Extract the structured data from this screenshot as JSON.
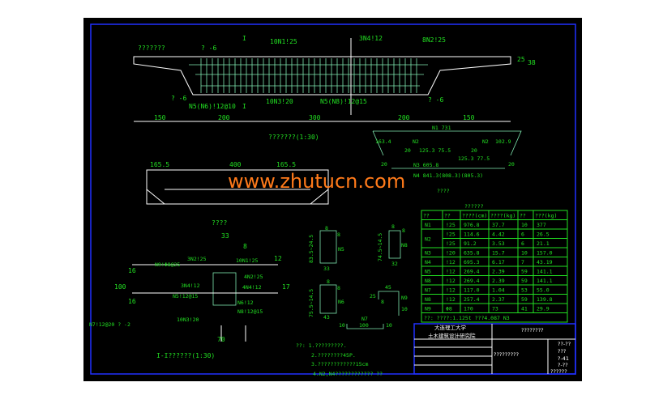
{
  "watermark": "www.zhutucn.com",
  "elevation": {
    "title": "???????(1:30)",
    "labels": {
      "left_text": "???????",
      "n1": "10N1!25",
      "n4": "3N4!12",
      "n2": "8N2!25",
      "l6a": "? -6",
      "l6b": "? -6",
      "l6c": "? -6",
      "n5n6": "N5(N6)!12@10",
      "n3": "10N3!20",
      "n5n8": "N5(N8)!12@15",
      "cut": "I",
      "d25": "25",
      "d38": "38"
    },
    "dims": [
      "150",
      "200",
      "300",
      "200",
      "150"
    ]
  },
  "bent_bar": {
    "n1": "N1 731",
    "n2a": "N2",
    "n2b": "N2",
    "a1": "163.4",
    "a2": "102.9",
    "d1": "125.3 75.5",
    "d2": "125.3 77.5",
    "n3": "N3 605.8",
    "n4": "N4 841.3(808.3)(805.3)",
    "e20a": "20",
    "e20b": "20",
    "e20c": "20",
    "e20d": "20",
    "e20e": "20",
    "e20f": "20",
    "title": "????"
  },
  "plan": {
    "dims": [
      "165.5",
      "400",
      "165.5"
    ]
  },
  "section": {
    "title": "I-I??????(1:30)",
    "top_title": "????",
    "d33": "33",
    "d8": "8",
    "d12": "12",
    "d16a": "16",
    "d16b": "16",
    "d17": "17",
    "d100": "100",
    "d70": "70",
    "labels": [
      "N9!Φ8@25",
      "3N2!25",
      "10N1!25",
      "4N2!25",
      "3N4!12",
      "4N4!12",
      "N5!12@15",
      "N6!12",
      "N8!12@15",
      "10N3!20",
      "N7!12@20 ? -2"
    ]
  },
  "bars": {
    "n5": {
      "name": "N5",
      "top": "8",
      "side": "8",
      "h": "83.5~24.5",
      "w": "33"
    },
    "n8": {
      "name": "N8",
      "top": "8",
      "side": "8",
      "h": "74.5~14.5",
      "w": "32"
    },
    "n6": {
      "name": "N6",
      "top": "8",
      "side": "8",
      "h": "75.5~14.5",
      "w": "43"
    },
    "n9": {
      "name": "N9",
      "top": "45",
      "a": "25",
      "b": "8",
      "c": "10"
    },
    "n7": {
      "name": "N7",
      "l": "10",
      "m": "100",
      "r": "10"
    }
  },
  "notes": [
    "??: 1.?????????.",
    "2.????????45P.",
    "3.????????????15cm",
    "4.N2,N4????????????    ??"
  ],
  "table": {
    "title": "??????",
    "headers": [
      "??",
      "??",
      "????(cm)",
      "????(kg)",
      "??",
      "???(kg)"
    ],
    "rows": [
      [
        "N1",
        "!25",
        "976.8",
        "37.7",
        "10",
        "377"
      ],
      [
        "N2",
        "!25",
        "114.6",
        "4.42",
        "6",
        "26.5"
      ],
      [
        "",
        "!25",
        "91.2",
        "3.53",
        "6",
        "21.1"
      ],
      [
        "N3",
        "!20",
        "635.8",
        "15.7",
        "10",
        "157.0"
      ],
      [
        "N4",
        "!12",
        "695.3",
        "6.17",
        "7",
        "43.19"
      ],
      [
        "N5",
        "!12",
        "269.4",
        "2.39",
        "59",
        "141.1"
      ],
      [
        "N8",
        "!12",
        "269.4",
        "2.39",
        "59",
        "141.1"
      ],
      [
        "N7",
        "!12",
        "117.0",
        "1.04",
        "53",
        "55.0"
      ],
      [
        "N8",
        "!12",
        "257.4",
        "2.37",
        "59",
        "139.8"
      ],
      [
        "N9",
        "Φ8",
        "170",
        "73",
        "41",
        "29.9"
      ]
    ],
    "footer": "??: ????:1.125t ???4.087 N3"
  },
  "titleblock": {
    "org1": "大连理工大学",
    "org2": "土木建筑设计研究院",
    "drawing": "?????????",
    "project": "????????",
    "c1": "??-??",
    "c2": "???",
    "c3": "?-41",
    "c4": "?-??",
    "c5": "??????"
  },
  "colors": {
    "background": "#000000",
    "line": "#22e022",
    "frame": "#2030ff",
    "watermark": "#ff7a1a"
  }
}
